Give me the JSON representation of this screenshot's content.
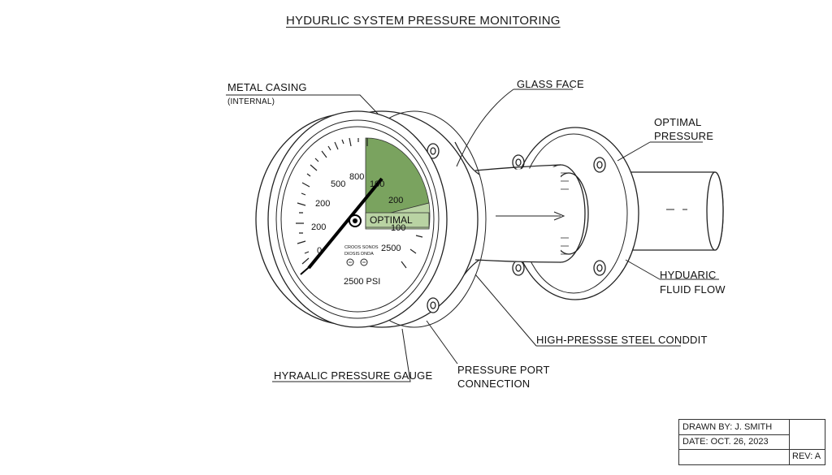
{
  "title": "HYDURLIC SYSTEM PRESSURE MONITORING",
  "labels": {
    "metal_casing": "METAL CASING",
    "metal_casing_sub": "(INTERNAL)",
    "glass_face": "GLASS FACE",
    "optimal_pressure_1": "OPTIMAL",
    "optimal_pressure_2": "PRESSURE",
    "hydraulic_flow_1": "HYDUARIC",
    "hydraulic_flow_2": "FLUID FLOW",
    "steel_conduit": "HIGH-PRESSSE STEEL CONDDIT",
    "pressure_port_1": "PRESSURE PORT",
    "pressure_port_2": "CONNECTION",
    "pressure_gauge": "HYRAALIC PRESSURE GAUGE"
  },
  "gauge": {
    "scale_labels": [
      "0",
      "200",
      "200",
      "500",
      "800",
      "100",
      "200",
      "100",
      "2500"
    ],
    "zone_label": "OPTIMAL",
    "brand_line_1": "CROOS SONOS",
    "brand_line_2": "DIOSIS DNDA",
    "readout": "2500 PSI",
    "zone_color": "#7aa35f",
    "zone_color_light": "#b9d3a3"
  },
  "title_block": {
    "drawn_by": "DRAWN BY: J. SMITH",
    "date": "DATE: OCT. 26, 2023",
    "rev": "REV: A"
  }
}
